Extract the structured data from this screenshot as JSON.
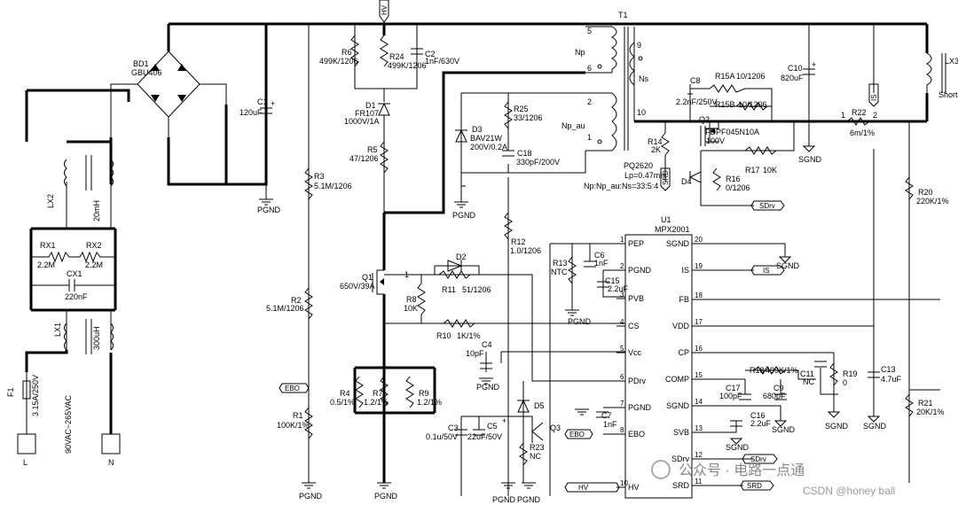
{
  "power_section": {
    "bridge_ref": "BD1",
    "bridge_part": "GBU406",
    "c1_ref": "C1",
    "c1_val": "120uF",
    "lx2_ref": "LX2",
    "lx2_val": "20mH",
    "rx1_ref": "RX1",
    "rx1_val": "2.2M",
    "rx2_ref": "RX2",
    "rx2_val": "2.2M",
    "cx1_ref": "CX1",
    "cx1_val": "220nF",
    "lx1_ref": "LX1",
    "lx1_val": "300uH",
    "f1_ref": "F1",
    "f1_val": "3.15A/250V",
    "input_rating": "90VAC~265VAC",
    "term_l": "L",
    "term_n": "N",
    "pgnd": "PGND"
  },
  "primary": {
    "hv_label": "HV",
    "r6_ref": "R6",
    "r6_val": "499K/1206",
    "r24_ref": "R24",
    "r24_val": "499K/1206",
    "c2_ref": "C2",
    "c2_val": "1nF/630V",
    "d1_ref": "D1",
    "d1_part": "FR107",
    "d1_rating": "1000V/1A",
    "r5_ref": "R5",
    "r5_val": "47/1206",
    "r3_ref": "R3",
    "r3_val": "5.1M/1206",
    "r2_ref": "R2",
    "r2_val": "5.1M/1206",
    "r1_ref": "R1",
    "r1_val": "100K/1%",
    "ebo_label": "EBO",
    "q1_ref": "Q1",
    "q1_val": "650V/39A",
    "r8_ref": "R8",
    "r8_val": "10K",
    "r4_ref": "R4",
    "r4_val": "0.5/1%",
    "r7_ref": "R7",
    "r7_val": "1.2/1%",
    "r9_ref": "R9",
    "r9_val": "1.2/1%",
    "d2_ref": "D2",
    "r11_ref": "R11",
    "r11_val": "51/1206",
    "r10_ref": "R10",
    "r10_val": "1K/1%",
    "c4_ref": "C4",
    "c4_val": "10pF",
    "r12_ref": "R12",
    "r12_val": "1.0/1206",
    "d3_ref": "D3",
    "d3_part": "BAV21W",
    "d3_rating": "200V/0.2A",
    "r25_ref": "R25",
    "r25_val": "33/1206",
    "c18_ref": "C18",
    "c18_val": "330pF/200V",
    "c3_ref": "C3",
    "c3_val": "0.1u/50V",
    "c5_ref": "C5",
    "c5_val": "22uF/50V",
    "d5_ref": "D5",
    "q3_ref": "Q3",
    "r23_ref": "R23",
    "r23_val": "NC",
    "pin1": "1"
  },
  "transformer": {
    "ref": "T1",
    "np": "Np",
    "np_au": "Np_au",
    "ns": "Ns",
    "part": "PQ2620",
    "lp": "Lp=0.47mH",
    "ratio": "Np:Np_au:Ns=33:5:4",
    "p5": "5",
    "p6": "6",
    "p2": "2",
    "p1": "1",
    "p9": "9",
    "p10": "10"
  },
  "secondary": {
    "c8_ref": "C8",
    "c8_val": "2.2nF/250V",
    "r15a_ref": "R15A",
    "r15a_val": "10/1206",
    "r15b_ref": "R15B",
    "r15b_val": "10/1206",
    "q2_ref": "Q2",
    "q2_part": "FDPF045N10A",
    "q2_rating": "100V",
    "c10_ref": "C10",
    "c10_val": "820uF",
    "r14_ref": "R14",
    "r14_val": "2K",
    "srd_label": "SRD",
    "d4_ref": "D4",
    "r16_ref": "R16",
    "r16_val": "0/1206",
    "r17_ref": "R17",
    "r17_val": "10K",
    "sdrv_label": "SDrv",
    "r22_ref": "R22",
    "r22_val": "6m/1%",
    "r22_p1": "1",
    "r22_p2": "2",
    "is_label": "IS",
    "sgnd": "SGND",
    "lx3_ref": "LX3",
    "lx3_note": "Shorted",
    "r20_ref": "R20",
    "r20_val": "220K/1%",
    "r21_ref": "R21",
    "r21_val": "20K/1%"
  },
  "ic": {
    "ref": "U1",
    "part": "MPX2001",
    "left_pins": [
      {
        "name": "PEP",
        "num": "1"
      },
      {
        "name": "PGND",
        "num": "2"
      },
      {
        "name": "PVB",
        "num": "3"
      },
      {
        "name": "CS",
        "num": "4"
      },
      {
        "name": "Vcc",
        "num": "5"
      },
      {
        "name": "PDrv",
        "num": "6"
      },
      {
        "name": "PGND",
        "num": "7"
      },
      {
        "name": "EBO",
        "num": "8"
      },
      {
        "name": "HV",
        "num": "10"
      }
    ],
    "right_pins": [
      {
        "name": "SGND",
        "num": "20"
      },
      {
        "name": "IS",
        "num": "19"
      },
      {
        "name": "FB",
        "num": "18"
      },
      {
        "name": "VDD",
        "num": "17"
      },
      {
        "name": "CP",
        "num": "16"
      },
      {
        "name": "COMP",
        "num": "15"
      },
      {
        "name": "SGND",
        "num": "14"
      },
      {
        "name": "SVB",
        "num": "13"
      },
      {
        "name": "SDrv",
        "num": "12"
      },
      {
        "name": "SRD",
        "num": "11"
      }
    ],
    "r13_ref": "R13",
    "r13_val": "NTC",
    "c6_ref": "C6",
    "c6_val": "1nF",
    "c15_ref": "C15",
    "c15_val": "2.2uF",
    "c7_ref": "C7",
    "c7_val": "1nF",
    "r18_ref": "R18",
    "r18_val": "499K/1%",
    "c17_ref": "C17",
    "c17_val": "100pF",
    "c9_ref": "C9",
    "c9_val": "680pF",
    "c11_ref": "C11",
    "c11_val": "NC",
    "r19_ref": "R19",
    "r19_val": "0",
    "c13_ref": "C13",
    "c13_val": "4.7uF",
    "c16_ref": "C16",
    "c16_val": "2.2uF",
    "ebo_flag": "EBO",
    "hv_flag": "HV",
    "sdrv_flag": "SDrv",
    "srd_flag": "SRD",
    "is_flag": "IS"
  },
  "watermark": {
    "wechat": "公众号 · 电路一点通",
    "csdn": "CSDN @honey ball"
  }
}
